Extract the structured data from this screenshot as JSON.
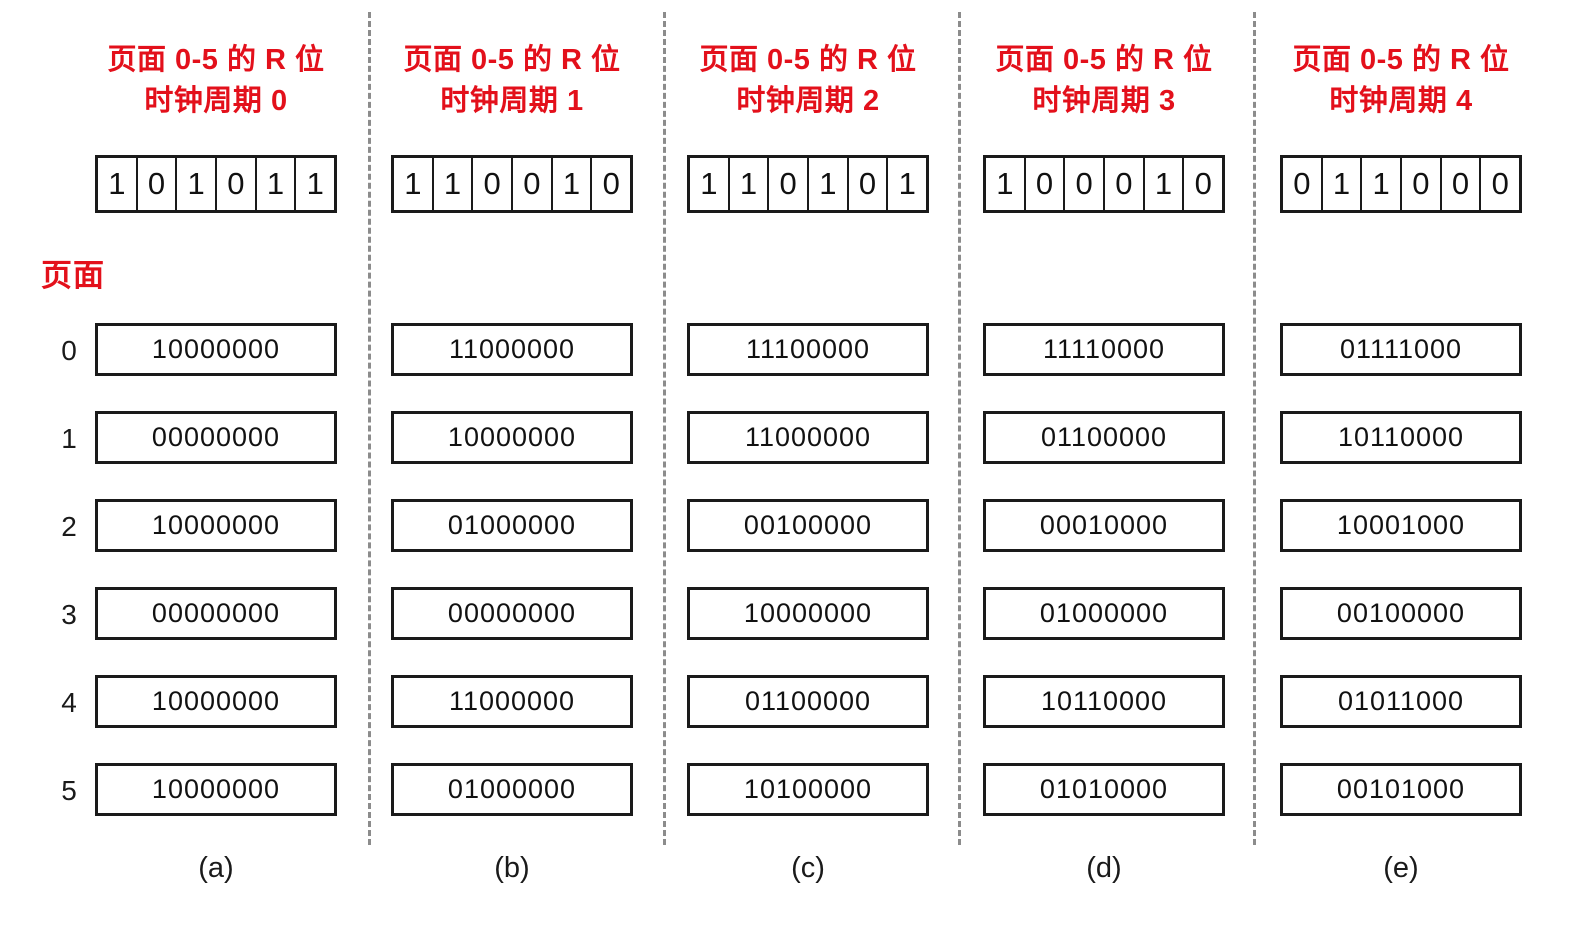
{
  "figure": {
    "page_label": "页面",
    "row_indices": [
      "0",
      "1",
      "2",
      "3",
      "4",
      "5"
    ],
    "accent_color": "#e3101b",
    "box_border_color": "#1a1a1a",
    "separator_color": "#8c8c8c"
  },
  "columns": [
    {
      "caption": "(a)",
      "head_line1": "页面 0-5 的 R 位",
      "head_line2": "时钟周期 0",
      "r_bits": [
        "1",
        "0",
        "1",
        "0",
        "1",
        "1"
      ],
      "counters": [
        "10000000",
        "00000000",
        "10000000",
        "00000000",
        "10000000",
        "10000000"
      ]
    },
    {
      "caption": "(b)",
      "head_line1": "页面 0-5 的 R 位",
      "head_line2": "时钟周期 1",
      "r_bits": [
        "1",
        "1",
        "0",
        "0",
        "1",
        "0"
      ],
      "counters": [
        "11000000",
        "10000000",
        "01000000",
        "00000000",
        "11000000",
        "01000000"
      ]
    },
    {
      "caption": "(c)",
      "head_line1": "页面 0-5 的 R 位",
      "head_line2": "时钟周期 2",
      "r_bits": [
        "1",
        "1",
        "0",
        "1",
        "0",
        "1"
      ],
      "counters": [
        "11100000",
        "11000000",
        "00100000",
        "10000000",
        "01100000",
        "10100000"
      ]
    },
    {
      "caption": "(d)",
      "head_line1": "页面 0-5 的 R 位",
      "head_line2": "时钟周期 3",
      "r_bits": [
        "1",
        "0",
        "0",
        "0",
        "1",
        "0"
      ],
      "counters": [
        "11110000",
        "01100000",
        "00010000",
        "01000000",
        "10110000",
        "01010000"
      ]
    },
    {
      "caption": "(e)",
      "head_line1": "页面 0-5 的 R 位",
      "head_line2": "时钟周期 4",
      "r_bits": [
        "0",
        "1",
        "1",
        "0",
        "0",
        "0"
      ],
      "counters": [
        "01111000",
        "10110000",
        "10001000",
        "00100000",
        "01011000",
        "00101000"
      ]
    }
  ],
  "chart_data": {
    "type": "table",
    "title": "Aging page replacement algorithm — R bits and aging counters over clock ticks 0-4",
    "categories": [
      "(a)",
      "(b)",
      "(c)",
      "(d)",
      "(e)"
    ],
    "row_labels": [
      "0",
      "1",
      "2",
      "3",
      "4",
      "5"
    ],
    "r_bit_rows": [
      [
        "1",
        "0",
        "1",
        "0",
        "1",
        "1"
      ],
      [
        "1",
        "1",
        "0",
        "0",
        "1",
        "0"
      ],
      [
        "1",
        "1",
        "0",
        "1",
        "0",
        "1"
      ],
      [
        "1",
        "0",
        "0",
        "0",
        "1",
        "0"
      ],
      [
        "0",
        "1",
        "1",
        "0",
        "0",
        "0"
      ]
    ],
    "counter_rows": [
      [
        "10000000",
        "00000000",
        "10000000",
        "00000000",
        "10000000",
        "10000000"
      ],
      [
        "11000000",
        "10000000",
        "01000000",
        "00000000",
        "11000000",
        "01000000"
      ],
      [
        "11100000",
        "11000000",
        "00100000",
        "10000000",
        "01100000",
        "10100000"
      ],
      [
        "11110000",
        "01100000",
        "00010000",
        "01000000",
        "10110000",
        "01010000"
      ],
      [
        "01111000",
        "10110000",
        "10001000",
        "00100000",
        "01011000",
        "00101000"
      ]
    ],
    "grid": false,
    "legend": "none"
  }
}
